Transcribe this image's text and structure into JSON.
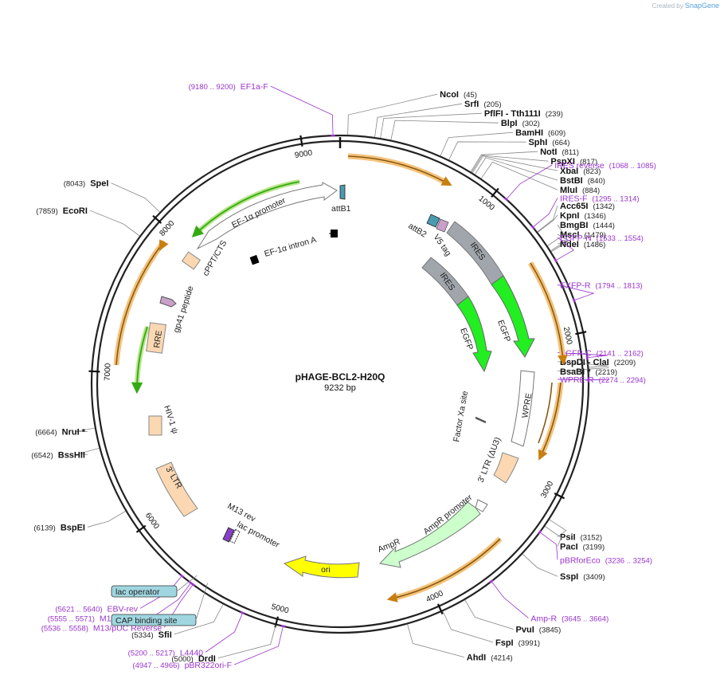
{
  "credit": {
    "text": "Created by",
    "brand": "SnapGene"
  },
  "map": {
    "name": "pHAGE-BCL2-H20Q",
    "length_label": "9232 bp",
    "total_bp": 9232,
    "ticks": [
      "1000",
      "2000",
      "3000",
      "4000",
      "5000",
      "6000",
      "7000",
      "8000",
      "9000"
    ],
    "tick_values": [
      1000,
      2000,
      3000,
      4000,
      5000,
      6000,
      7000,
      8000,
      9000
    ]
  },
  "enzymes": [
    {
      "name": "NcoI",
      "pos": "(45)",
      "bp": 45
    },
    {
      "name": "SrfI",
      "pos": "(205)",
      "bp": 205
    },
    {
      "name": "PflFI - Tth111I",
      "pos": "(239)",
      "bp": 239
    },
    {
      "name": "BlpI",
      "pos": "(302)",
      "bp": 302
    },
    {
      "name": "BamHI",
      "pos": "(609)",
      "bp": 609
    },
    {
      "name": "SphI",
      "pos": "(664)",
      "bp": 664
    },
    {
      "name": "NotI",
      "pos": "(811)",
      "bp": 811
    },
    {
      "name": "PspXI",
      "pos": "(817)",
      "bp": 817
    },
    {
      "name": "XbaI",
      "pos": "(823)",
      "bp": 823
    },
    {
      "name": "BstBI",
      "pos": "(840)",
      "bp": 840
    },
    {
      "name": "MluI",
      "pos": "(884)",
      "bp": 884
    },
    {
      "name": "Acc65I",
      "pos": "(1342)",
      "bp": 1342
    },
    {
      "name": "KpnI",
      "pos": "(1346)",
      "bp": 1346
    },
    {
      "name": "BmgBI",
      "pos": "(1444)",
      "bp": 1444
    },
    {
      "name": "MscI",
      "pos": "(1479)",
      "bp": 1479
    },
    {
      "name": "NdeI",
      "pos": "(1486)",
      "bp": 1486
    },
    {
      "name": "BspDI - ClaI",
      "pos": "(2209)",
      "bp": 2209
    },
    {
      "name": "BsaBI *",
      "pos": "(2219)",
      "bp": 2219
    },
    {
      "name": "PsiI",
      "pos": "(3152)",
      "bp": 3152
    },
    {
      "name": "PacI",
      "pos": "(3199)",
      "bp": 3199
    },
    {
      "name": "SspI",
      "pos": "(3409)",
      "bp": 3409
    },
    {
      "name": "PvuI",
      "pos": "(3845)",
      "bp": 3845
    },
    {
      "name": "FspI",
      "pos": "(3991)",
      "bp": 3991
    },
    {
      "name": "AhdI",
      "pos": "(4214)",
      "bp": 4214
    },
    {
      "name": "DrdI",
      "pos": "(5000)",
      "bp": 5000
    },
    {
      "name": "SfiI",
      "pos": "(5334)",
      "bp": 5334
    },
    {
      "name": "BspEI",
      "pos": "(6139)",
      "bp": 6139
    },
    {
      "name": "BssHII",
      "pos": "(6542)",
      "bp": 6542
    },
    {
      "name": "NruI *",
      "pos": "(6664)",
      "bp": 6664
    },
    {
      "name": "EcoRI",
      "pos": "(7859)",
      "bp": 7859
    },
    {
      "name": "SpeI",
      "pos": "(8043)",
      "bp": 8043
    }
  ],
  "primers": [
    {
      "name": "EF1a-F",
      "range": "(9180 .. 9200)",
      "bp": 9190
    },
    {
      "name": "IRES reverse",
      "range": "(1068 .. 1085)",
      "bp": 1076
    },
    {
      "name": "IRES-F",
      "range": "(1295 .. 1314)",
      "bp": 1304
    },
    {
      "name": "EGFP-N",
      "range": "(1533 .. 1554)",
      "bp": 1543
    },
    {
      "name": "EXFP-R",
      "range": "(1794 .. 1813)",
      "bp": 1803
    },
    {
      "name": "EGFP-C",
      "range": "(2141 .. 2162)",
      "bp": 2151
    },
    {
      "name": "WPRE-R",
      "range": "(2274 .. 2294)",
      "bp": 2284
    },
    {
      "name": "pBRforEco",
      "range": "(3236 .. 3254)",
      "bp": 3245
    },
    {
      "name": "Amp-R",
      "range": "(3645 .. 3664)",
      "bp": 3654
    },
    {
      "name": "pBR322ori-F",
      "range": "(4947 .. 4966)",
      "bp": 4956
    },
    {
      "name": "L4440",
      "range": "(5200 .. 5217)",
      "bp": 5208
    },
    {
      "name": "M13/pUC Reverse",
      "range": "(5536 .. 5558)",
      "bp": 5547
    },
    {
      "name": "M13 Reverse",
      "range": "(5555 .. 5571)",
      "bp": 5563
    },
    {
      "name": "EBV-rev",
      "range": "(5621 .. 5640)",
      "bp": 5630
    }
  ],
  "boxed_labels": [
    {
      "name": "lac operator"
    },
    {
      "name": "CAP binding site"
    }
  ],
  "features": {
    "attB1": "attB1",
    "attB2": "attB2",
    "v5_tag": "V5 tag",
    "ires_outer": "IRES",
    "ires_inner": "IRES",
    "egfp_outer": "EGFP",
    "egfp_inner": "EGFP",
    "wpre": "WPRE",
    "factor_xa": "Factor Xa site",
    "ltr3_inner": "3' LTR (ΔU3)",
    "ampr_promoter": "AmpR promoter",
    "ampr": "AmpR",
    "ori": "ori",
    "m13_rev": "M13 rev",
    "lac_promoter": "lac promoter",
    "ltr3_left": "3' LTR",
    "hiv_psi": "HIV-1 ψ",
    "rre": "RRE",
    "gp41": "gp41 peptide",
    "cppt": "cPPT/CTS",
    "ef1a_promoter": "EF-1α promoter",
    "ef1a_intron": "EF-1α intron A"
  },
  "colors": {
    "backbone": "#222222",
    "primer": "#9933cc",
    "orf_highlight": "#f4c27a",
    "orf_arrow": "#c87f10",
    "green_arrow": "#44aa11",
    "egfp": "#22ee22",
    "ires": "#a0a6ab",
    "ori": "#ffff00",
    "ampr": "#ccffcc",
    "ltr": "#fbd7b2",
    "box_label": "#9fd6e0"
  }
}
